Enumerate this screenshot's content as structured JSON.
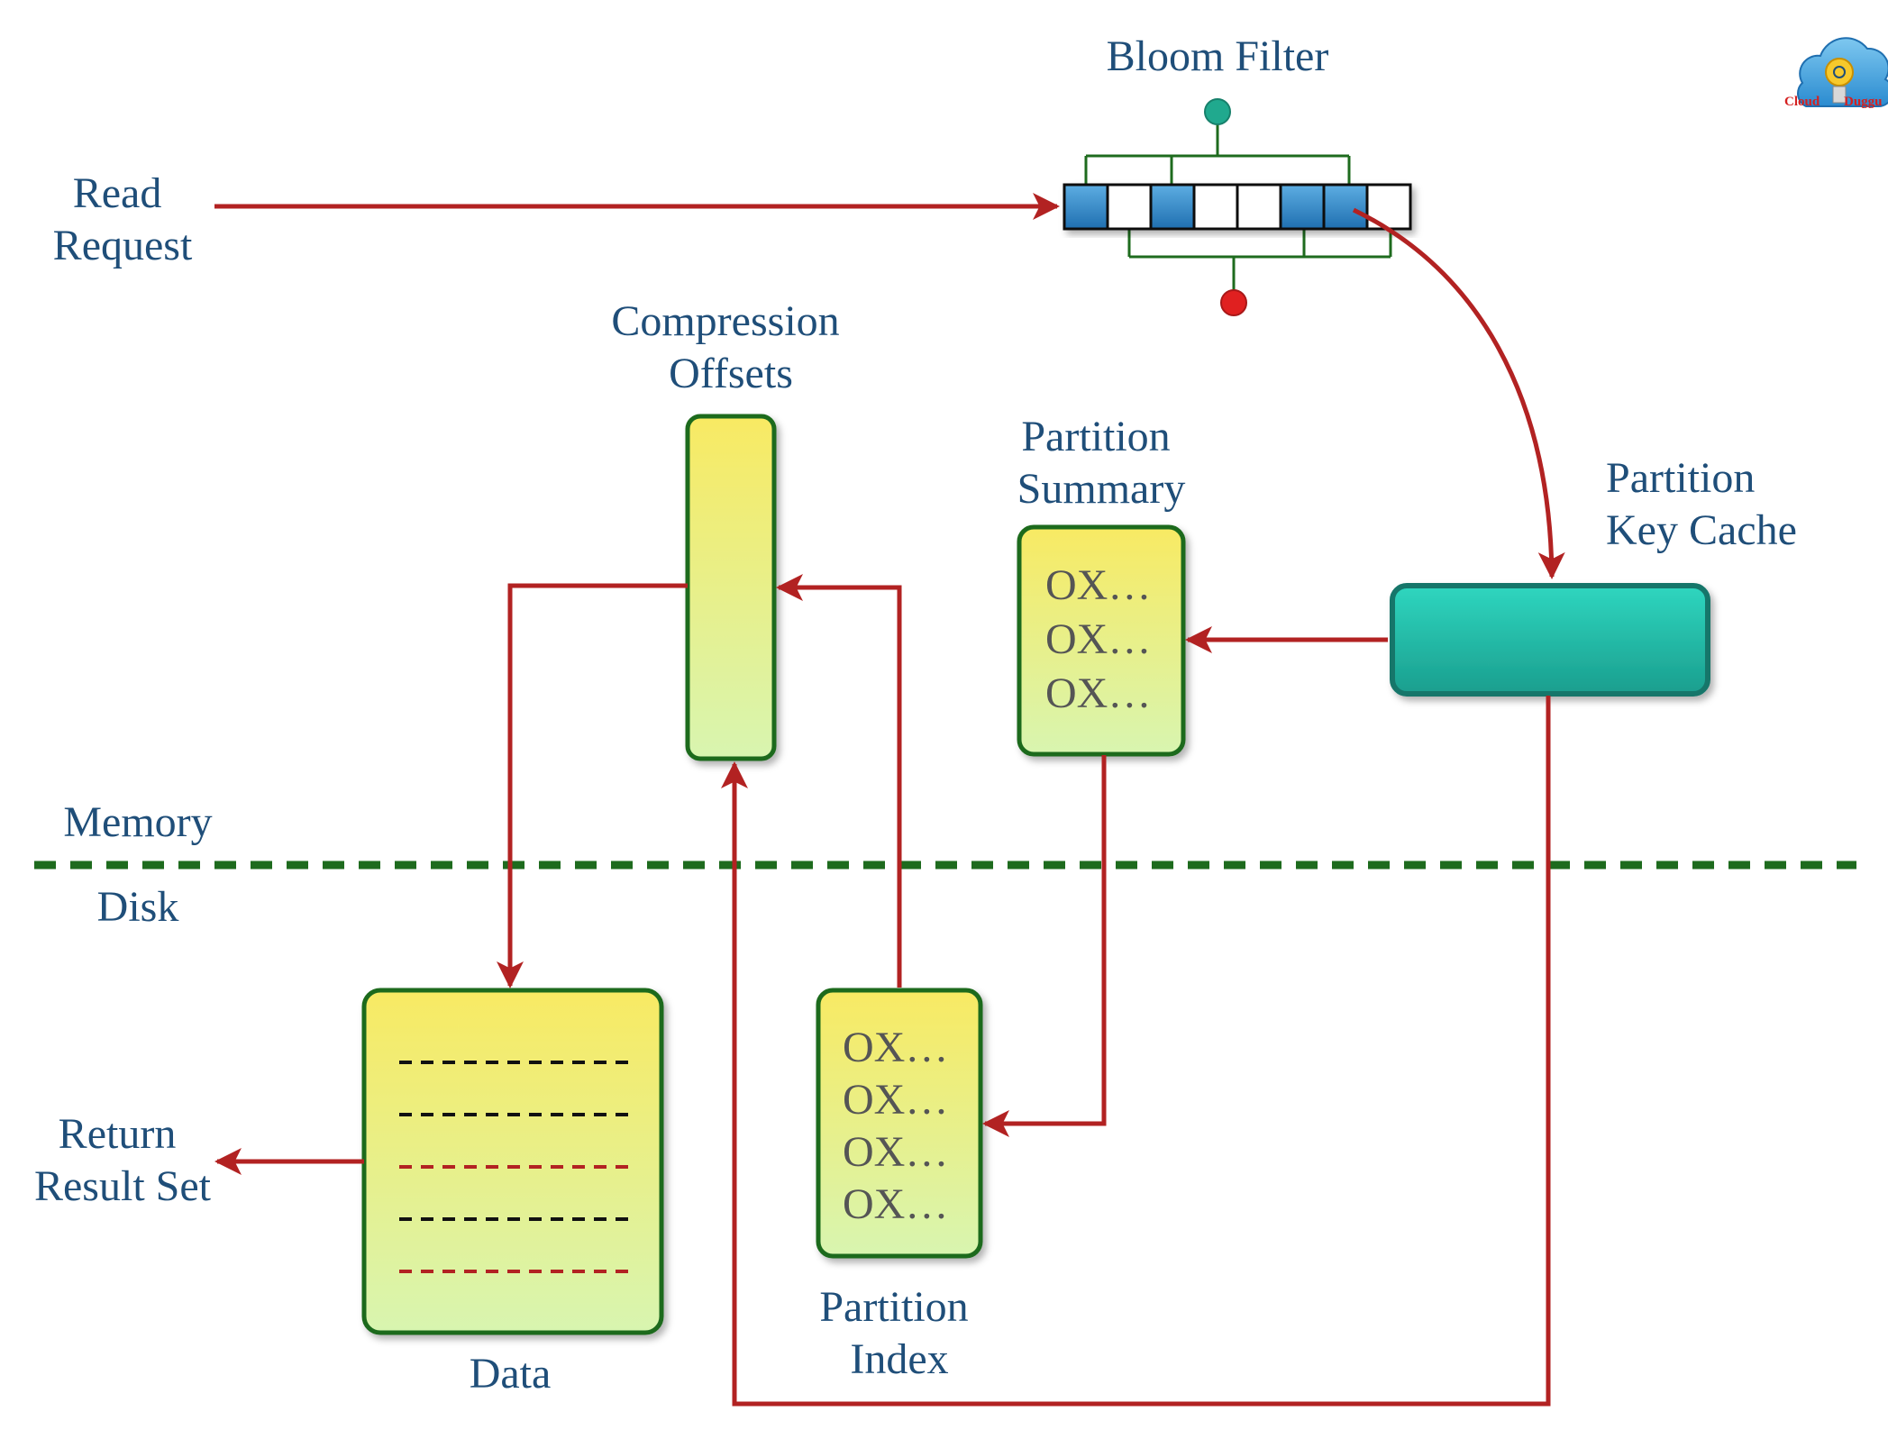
{
  "labels": {
    "bloom_filter": "Bloom Filter",
    "read_request": [
      "Read",
      "Request"
    ],
    "compression_offsets": [
      "Compression",
      "Offsets"
    ],
    "partition_summary": [
      "Partition",
      "Summary"
    ],
    "partition_key_cache": [
      "Partition",
      "Key Cache"
    ],
    "memory": "Memory",
    "disk": "Disk",
    "return_result_set": [
      "Return",
      "Result Set"
    ],
    "data": "Data",
    "partition_index": [
      "Partition",
      "Index"
    ]
  },
  "partition_summary_rows": [
    "OX…",
    "OX…",
    "OX…"
  ],
  "partition_index_rows": [
    "OX…",
    "OX…",
    "OX…",
    "OX…"
  ],
  "bloom_filter_bits": [
    1,
    0,
    1,
    0,
    0,
    1,
    1,
    0
  ],
  "data_lines": [
    "black",
    "black",
    "red",
    "black",
    "red"
  ],
  "logo": {
    "word1": "Cloud",
    "word2": "Duggu"
  },
  "colors": {
    "label": "#1f4e79",
    "arrow": "#b22222",
    "box_border": "#1e6b1e",
    "divider": "#1e6b1e",
    "bit_set": "#2e86c1",
    "cache": "#20b2aa",
    "hash_top": "#20a98e",
    "hash_bottom": "#e02020"
  }
}
